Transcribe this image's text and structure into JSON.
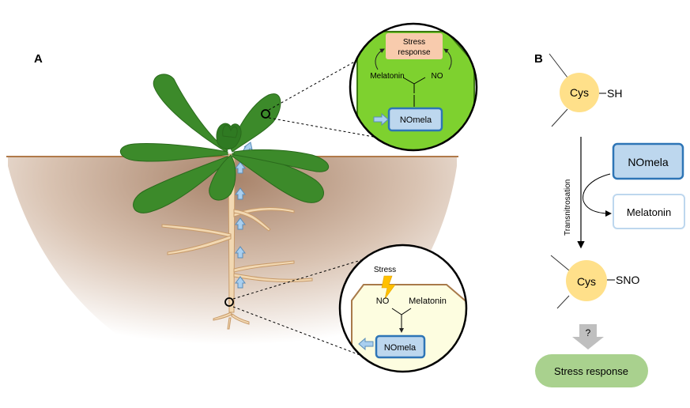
{
  "panel_a": {
    "label": "A",
    "leaf_zoom": {
      "stress_response": [
        "Stress",
        "response"
      ],
      "melatonin": "Melatonin",
      "no": "NO",
      "nomela": "NOmela"
    },
    "root_zoom": {
      "stress": "Stress",
      "no": "NO",
      "melatonin": "Melatonin",
      "nomela": "NOmela"
    }
  },
  "panel_b": {
    "label": "B",
    "cys_top": "Cys",
    "sh": "SH",
    "transnitrosation": "Transnitrosation",
    "nomela": "NOmela",
    "melatonin": "Melatonin",
    "cys_bottom": "Cys",
    "sno": "SNO",
    "question": "?",
    "stress_response": "Stress response"
  },
  "colors": {
    "leaf_green": "#3c8a2a",
    "zoom_green": "#7ed12f",
    "soil_brown": "#c8a68a",
    "nomela_fill": "#bdd7ee",
    "nomela_border": "#2e75b6",
    "cys_yellow": "#ffe08a",
    "stress_response_green": "#a9d18e",
    "stress_box": "#f8cbad",
    "root_zoom_yellow": "#fdfde0",
    "arrow_blue": "#a9cfef"
  }
}
